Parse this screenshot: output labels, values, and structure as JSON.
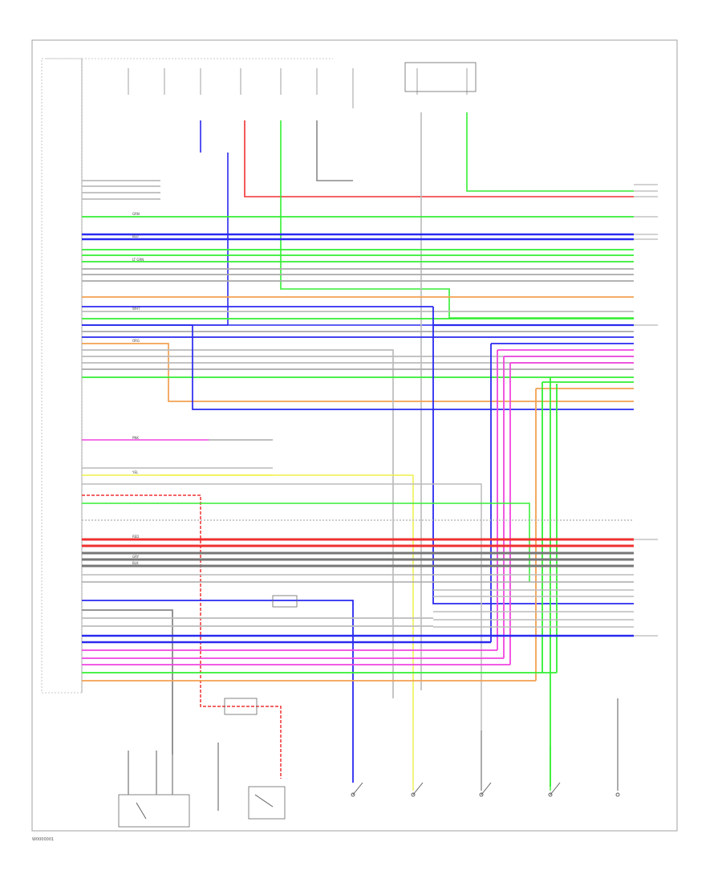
{
  "page_id": "W0000001",
  "colors": {
    "blue": "#2a2af0",
    "red": "#f03030",
    "green": "#33ee33",
    "pink": "#f045e0",
    "orange": "#f2a050",
    "yellow": "#f0f04a",
    "gray": "#a8a8a8",
    "dark": "#555555",
    "frame": "#999999"
  },
  "wire_labels": {
    "blu": "BLU",
    "red": "RED",
    "grn": "GRN",
    "ltgrn": "LT GRN",
    "pnk": "PNK",
    "org": "ORG",
    "yel": "YEL",
    "gry": "GRY",
    "wht": "WHT",
    "blk": "BLK"
  }
}
